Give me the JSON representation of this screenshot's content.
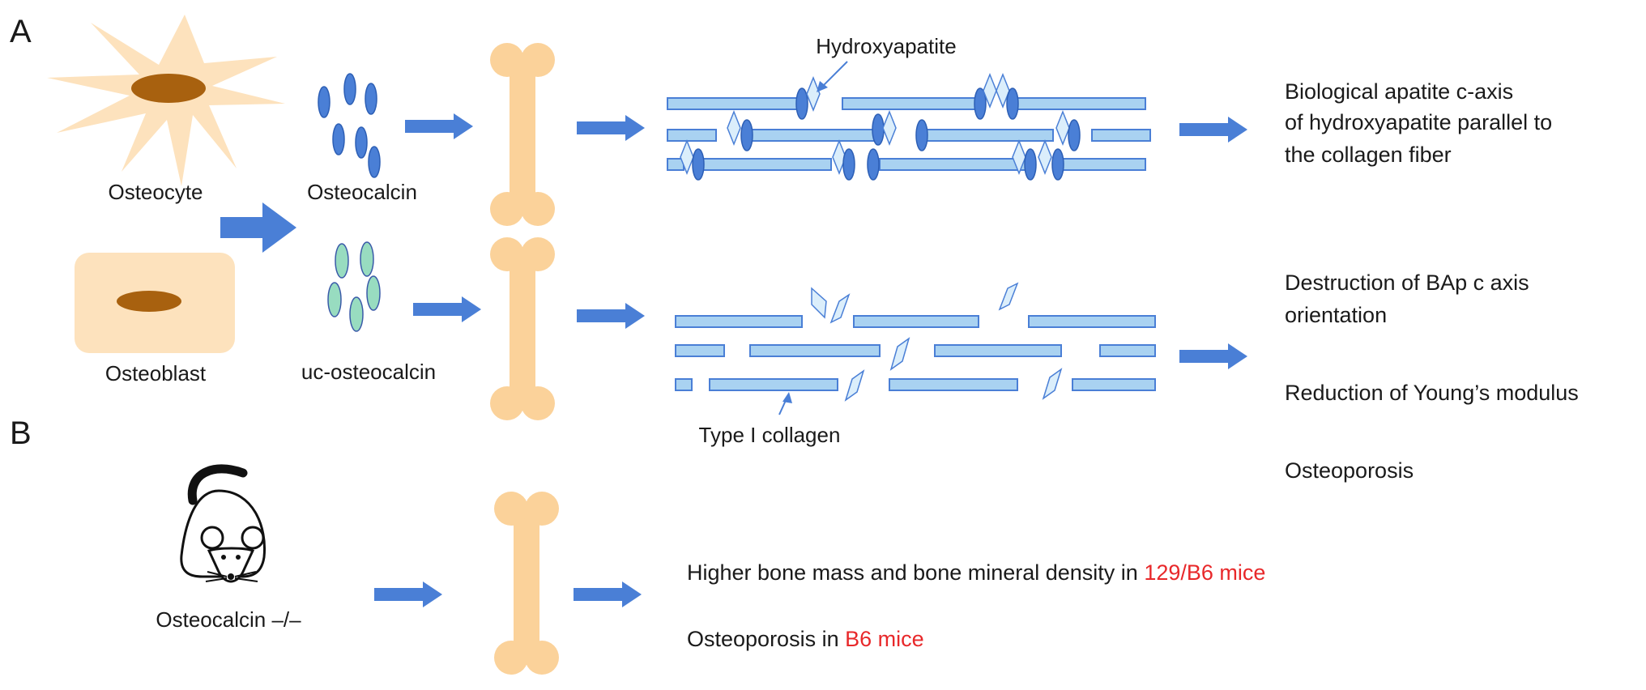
{
  "panel_a": {
    "letter": "A",
    "osteocyte_label": "Osteocyte",
    "osteoblast_label": "Osteoblast",
    "osteocalcin_label": "Osteocalcin",
    "uc_osteocalcin_label": "uc-osteocalcin",
    "hydroxyapatite_label": "Hydroxyapatite",
    "collagen_label": "Type I collagen",
    "top_outcome": [
      "Biological apatite c-axis",
      "of hydroxyapatite parallel to",
      "the collagen fiber"
    ],
    "bottom_outcomes": [
      "Destruction of BAp c axis",
      "orientation",
      "Reduction of Young’s modulus",
      "Osteoporosis"
    ]
  },
  "panel_b": {
    "letter": "B",
    "mouse_label": "Osteocalcin –/–",
    "outcome_1_prefix": "Higher bone mass and bone mineral density in ",
    "outcome_1_highlight": "129/B6 mice",
    "outcome_2_prefix": "Osteoporosis in ",
    "outcome_2_highlight": "B6 mice"
  },
  "colors": {
    "arrow": "#4a7fd6",
    "bone": "#fbd29a",
    "osteocalcin": "#4a7fd6",
    "uc_osteocalcin": "#98dcc0",
    "collagen": "#a9d2f1",
    "nucleus": "#a8610f",
    "highlight": "#e8282a"
  }
}
